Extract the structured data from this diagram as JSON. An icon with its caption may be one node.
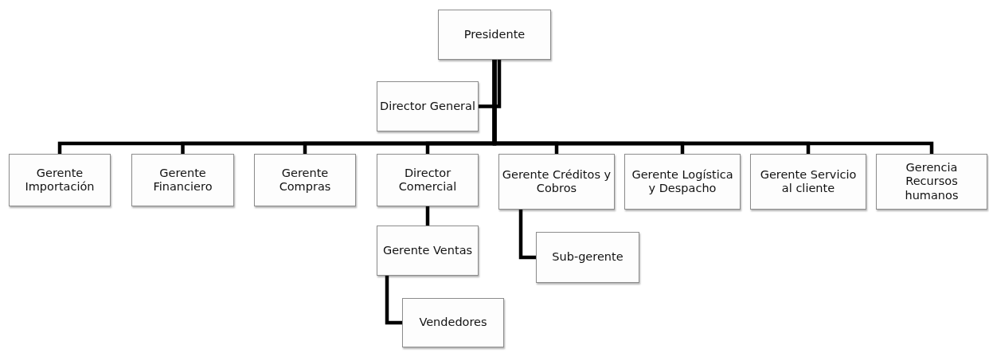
{
  "diagram": {
    "nodes": [
      {
        "text": [
          "Presidente"
        ]
      },
      {
        "text": [
          "Director General"
        ]
      },
      {
        "text": [
          "Gerente Importación"
        ]
      },
      {
        "text": [
          "Gerente Financiero"
        ]
      },
      {
        "text": [
          "Gerente Compras"
        ]
      },
      {
        "text": [
          "Director Comercial"
        ]
      },
      {
        "text": [
          "Gerente Créditos y Cobros"
        ]
      },
      {
        "text": [
          "Gerente Logística y Despacho"
        ]
      },
      {
        "text": [
          "Gerente Servicio al cliente"
        ]
      },
      {
        "text": [
          "Gerencia Recursos humanos"
        ]
      },
      {
        "text": [
          "Gerente Ventas"
        ]
      },
      {
        "text": [
          "Sub-gerente"
        ]
      },
      {
        "text": [
          "Vendedores"
        ]
      }
    ],
    "edges": [
      {
        "from": 0,
        "to": 1,
        "arrow": "none"
      },
      {
        "from": 0,
        "to": 2,
        "arrow": "none"
      },
      {
        "from": 0,
        "to": 3,
        "arrow": "none"
      },
      {
        "from": 0,
        "to": 4,
        "arrow": "none"
      },
      {
        "from": 0,
        "to": 5,
        "arrow": "none"
      },
      {
        "from": 0,
        "to": 6,
        "arrow": "none"
      },
      {
        "from": 0,
        "to": 7,
        "arrow": "none"
      },
      {
        "from": 0,
        "to": 8,
        "arrow": "none"
      },
      {
        "from": 0,
        "to": 9,
        "arrow": "none"
      },
      {
        "from": 5,
        "to": 10,
        "arrow": "none"
      },
      {
        "from": 6,
        "to": 11,
        "arrow": "none"
      },
      {
        "from": 10,
        "to": 12,
        "arrow": "none"
      }
    ]
  }
}
